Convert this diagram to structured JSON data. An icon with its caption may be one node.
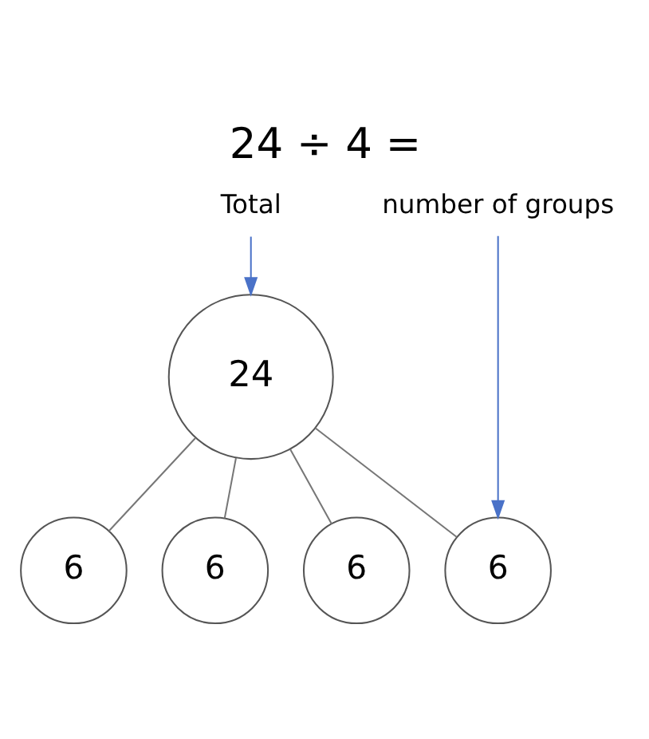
{
  "diagram": {
    "title": "24 ÷ 4 =",
    "nodes": [
      {
        "text": [
          "Total"
        ]
      },
      {
        "text": [
          "number of groups"
        ]
      },
      {
        "text": [
          "24"
        ]
      },
      {
        "text": [
          "6"
        ]
      },
      {
        "text": [
          "6"
        ]
      },
      {
        "text": [
          "6"
        ]
      },
      {
        "text": [
          "6"
        ]
      }
    ],
    "edges": [
      {
        "from": 0,
        "to": 2,
        "arrow": "to",
        "color": "#4a72c8"
      },
      {
        "from": 1,
        "to": 6,
        "arrow": "to",
        "color": "#4a72c8"
      },
      {
        "from": 2,
        "to": 3,
        "arrow": "none"
      },
      {
        "from": 2,
        "to": 4,
        "arrow": "none"
      },
      {
        "from": 2,
        "to": 5,
        "arrow": "none"
      },
      {
        "from": 2,
        "to": 6,
        "arrow": "none"
      }
    ]
  }
}
